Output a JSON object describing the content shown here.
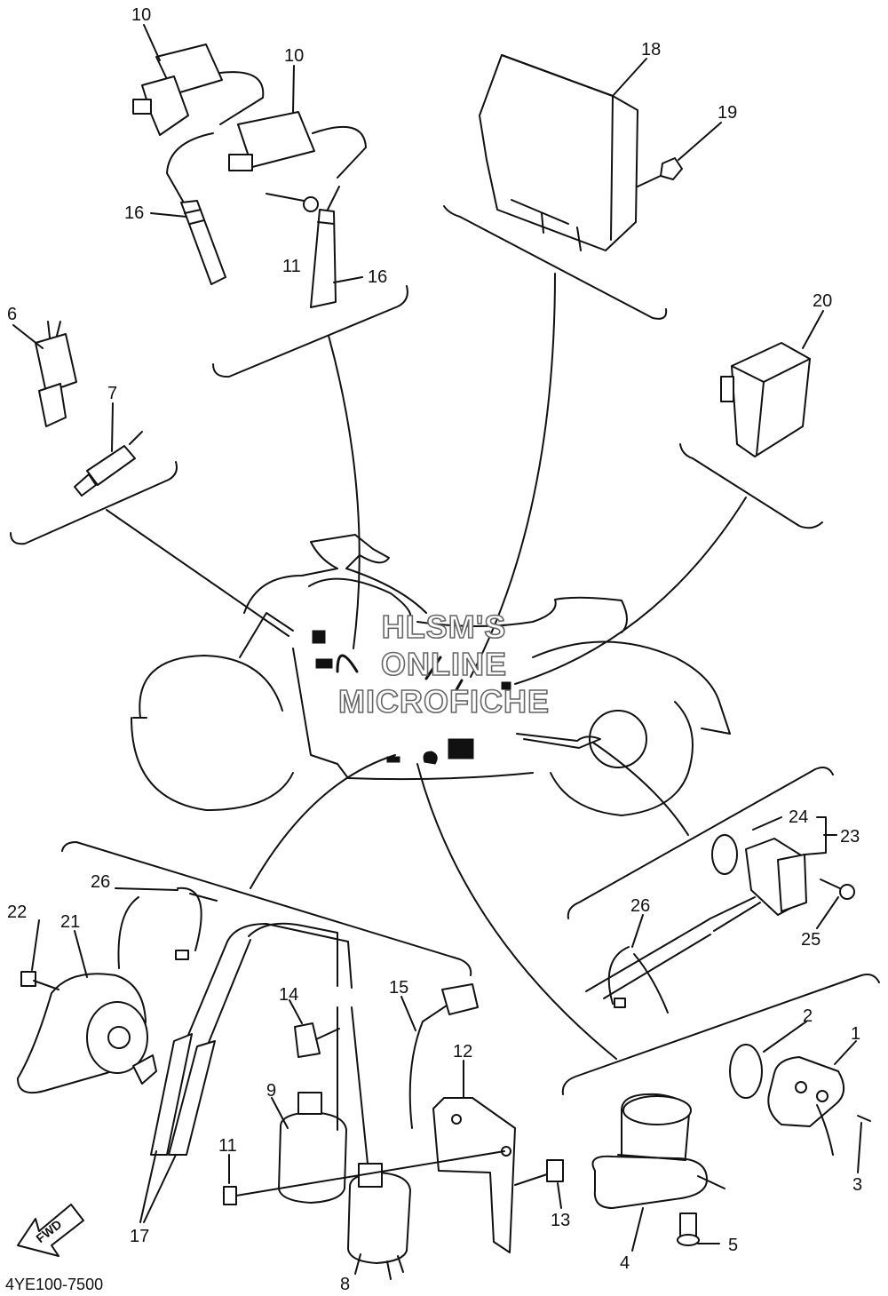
{
  "diagram": {
    "drawing_code": "4YE100-7500",
    "watermark": [
      "HLSM'S",
      "ONLINE",
      "MICROFICHE"
    ],
    "fwd_label": "FWD",
    "callouts": {
      "c1": "1",
      "c2": "2",
      "c3": "3",
      "c4": "4",
      "c5": "5",
      "c6": "6",
      "c7": "7",
      "c8": "8",
      "c9": "9",
      "c10a": "10",
      "c10b": "10",
      "c11a": "11",
      "c11b": "11",
      "c12": "12",
      "c13": "13",
      "c14": "14",
      "c15": "15",
      "c16a": "16",
      "c16b": "16",
      "c17": "17",
      "c18": "18",
      "c19": "19",
      "c20": "20",
      "c21": "21",
      "c22": "22",
      "c23": "23",
      "c24": "24",
      "c25": "25",
      "c26a": "26",
      "c26b": "26"
    }
  }
}
